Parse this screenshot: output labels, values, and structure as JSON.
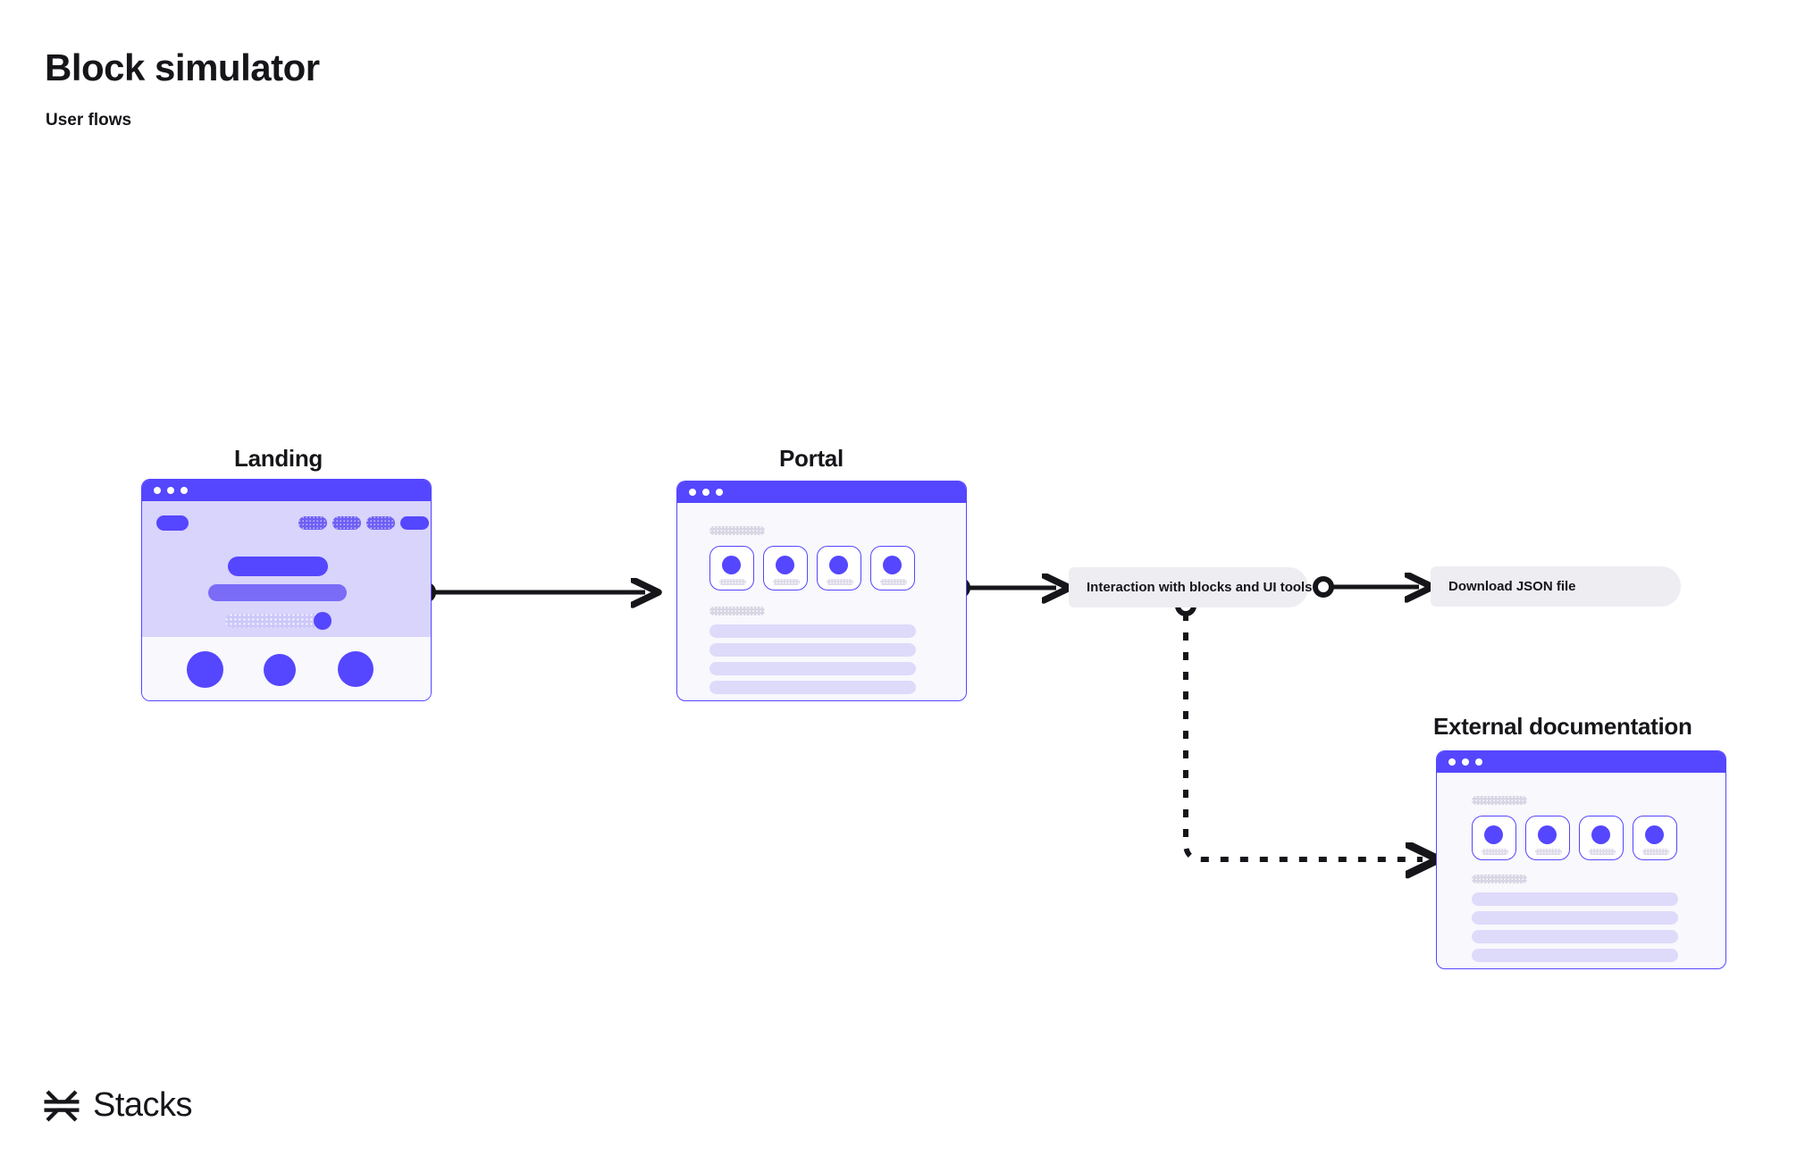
{
  "header": {
    "title": "Block simulator",
    "subtitle": "User flows"
  },
  "brand": {
    "name": "Stacks",
    "logo_icon": "stacks-logo-icon"
  },
  "colors": {
    "accent": "#5546ff",
    "accent_soft": "#d8d4fb",
    "window_bg": "#f8f8fd",
    "label_bg": "#eeedf2",
    "row_bar": "#dedafa",
    "text": "#16161a",
    "connector": "#16161a"
  },
  "nodes": [
    {
      "id": "landing",
      "title": "Landing",
      "type": "browser-window",
      "traffic_light_count": 3
    },
    {
      "id": "portal",
      "title": "Portal",
      "type": "browser-window",
      "traffic_light_count": 3,
      "card_count": 4,
      "row_count": 4
    },
    {
      "id": "external-documentation",
      "title": "External documentation",
      "type": "browser-window",
      "traffic_light_count": 3,
      "card_count": 4,
      "row_count": 4
    }
  ],
  "flow_labels": [
    {
      "id": "interaction",
      "text": "Interaction with blocks and UI tools"
    },
    {
      "id": "download",
      "text": "Download JSON file"
    }
  ],
  "connectors": [
    {
      "id": "landing-to-portal",
      "style": "solid",
      "from": "landing",
      "to": "portal"
    },
    {
      "id": "portal-to-interaction",
      "style": "solid",
      "from": "portal",
      "to": "interaction"
    },
    {
      "id": "interaction-to-download",
      "style": "solid",
      "from": "interaction",
      "to": "download"
    },
    {
      "id": "interaction-to-docs",
      "style": "dashed",
      "from": "interaction",
      "to": "external-documentation"
    }
  ]
}
